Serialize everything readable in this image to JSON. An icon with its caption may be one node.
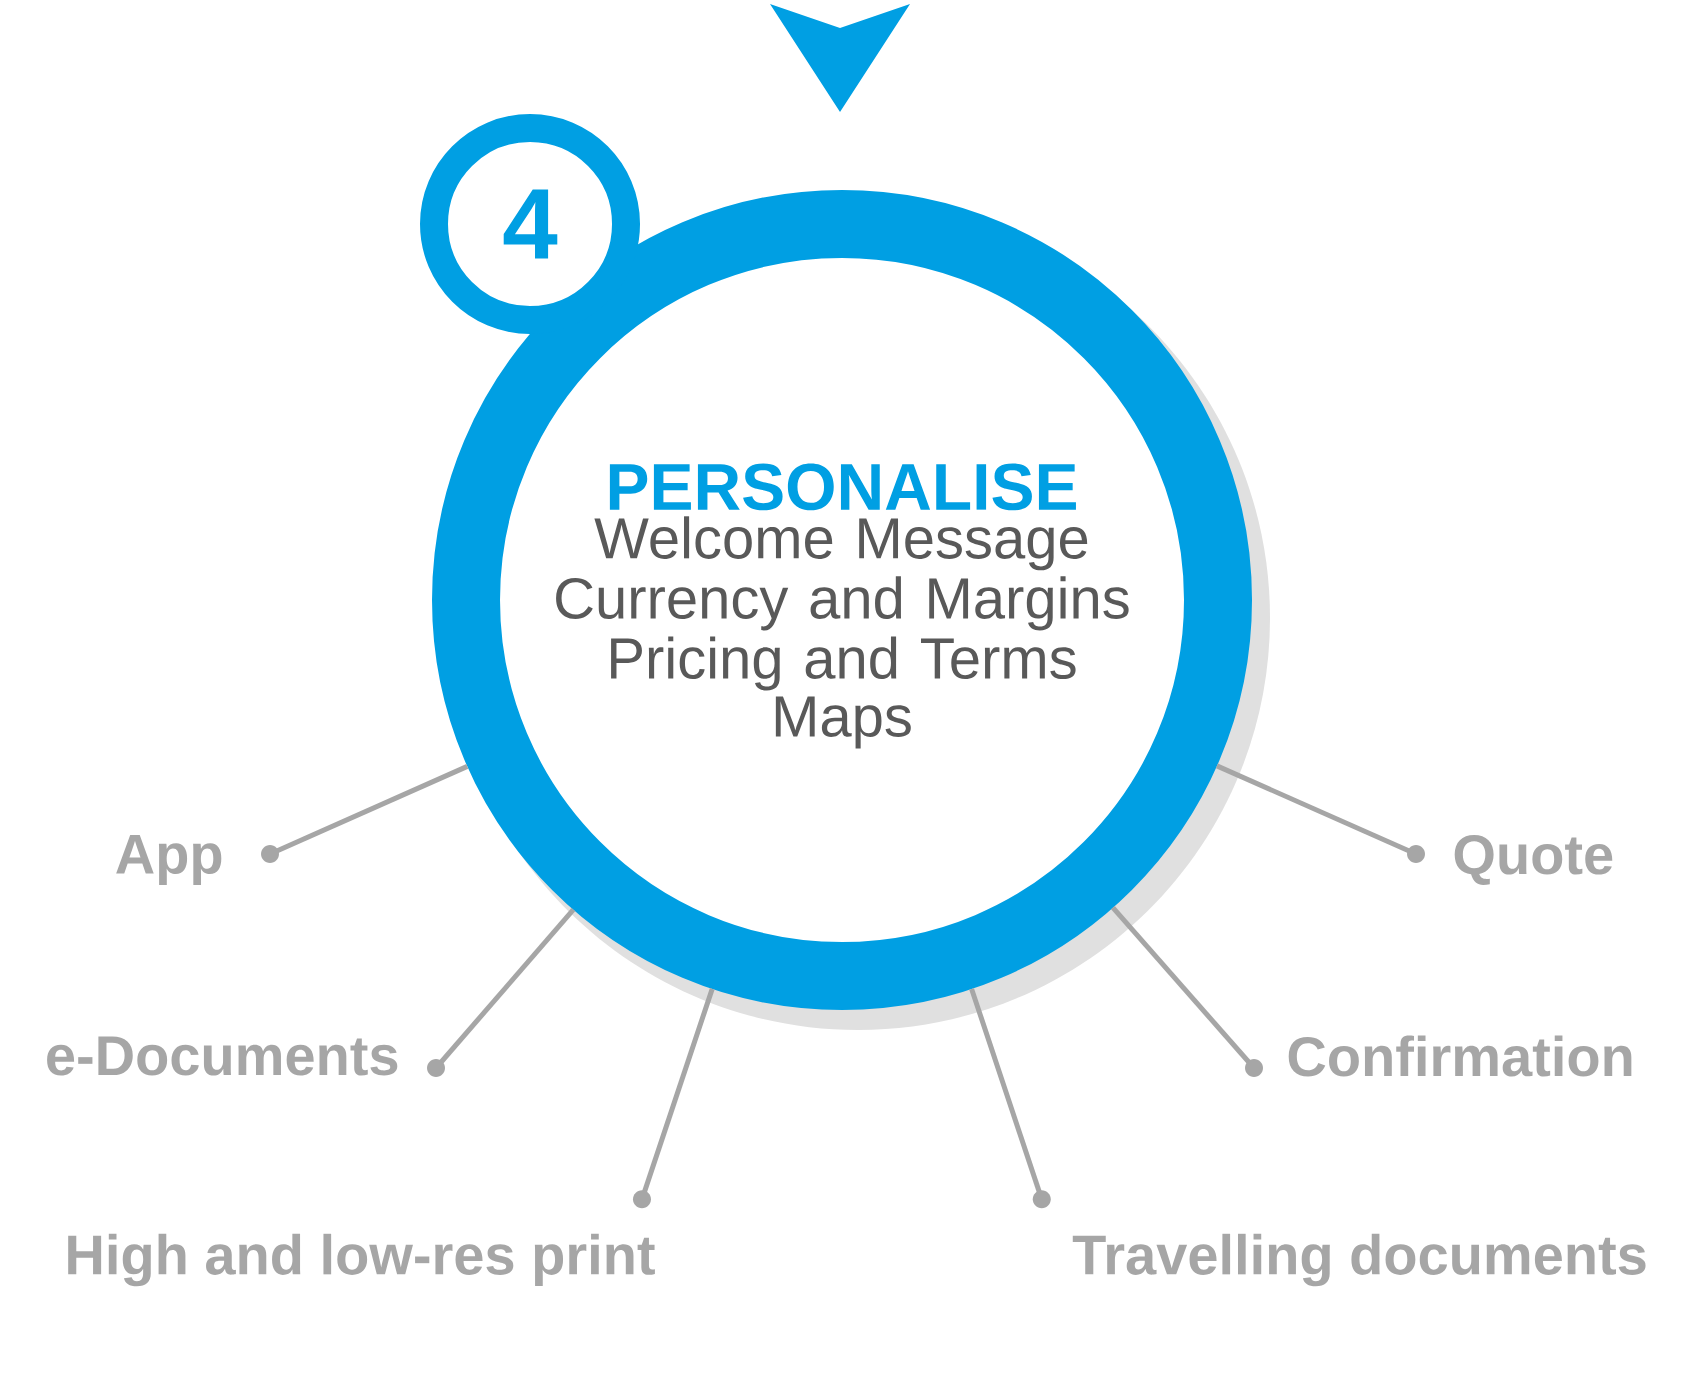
{
  "diagram": {
    "nodes": [
      {
        "text": [
          "PERSONALISE",
          "Welcome Message",
          "Currency and Margins",
          "Pricing and Terms",
          "Maps"
        ]
      },
      {
        "text": [
          "4"
        ]
      },
      {
        "text": [
          "App"
        ]
      },
      {
        "text": [
          "e-Documents"
        ]
      },
      {
        "text": [
          "High and low-res print"
        ]
      },
      {
        "text": [
          "Travelling documents"
        ]
      },
      {
        "text": [
          "Confirmation"
        ]
      },
      {
        "text": [
          "Quote"
        ]
      }
    ],
    "edges": [
      {
        "from": 2,
        "to": 0,
        "arrow": "other"
      },
      {
        "from": 3,
        "to": 0,
        "arrow": "other"
      },
      {
        "from": 4,
        "to": 0,
        "arrow": "other"
      },
      {
        "from": 5,
        "to": 0,
        "arrow": "other"
      },
      {
        "from": 6,
        "to": 0,
        "arrow": "other"
      },
      {
        "from": 7,
        "to": 0,
        "arrow": "other"
      }
    ]
  }
}
